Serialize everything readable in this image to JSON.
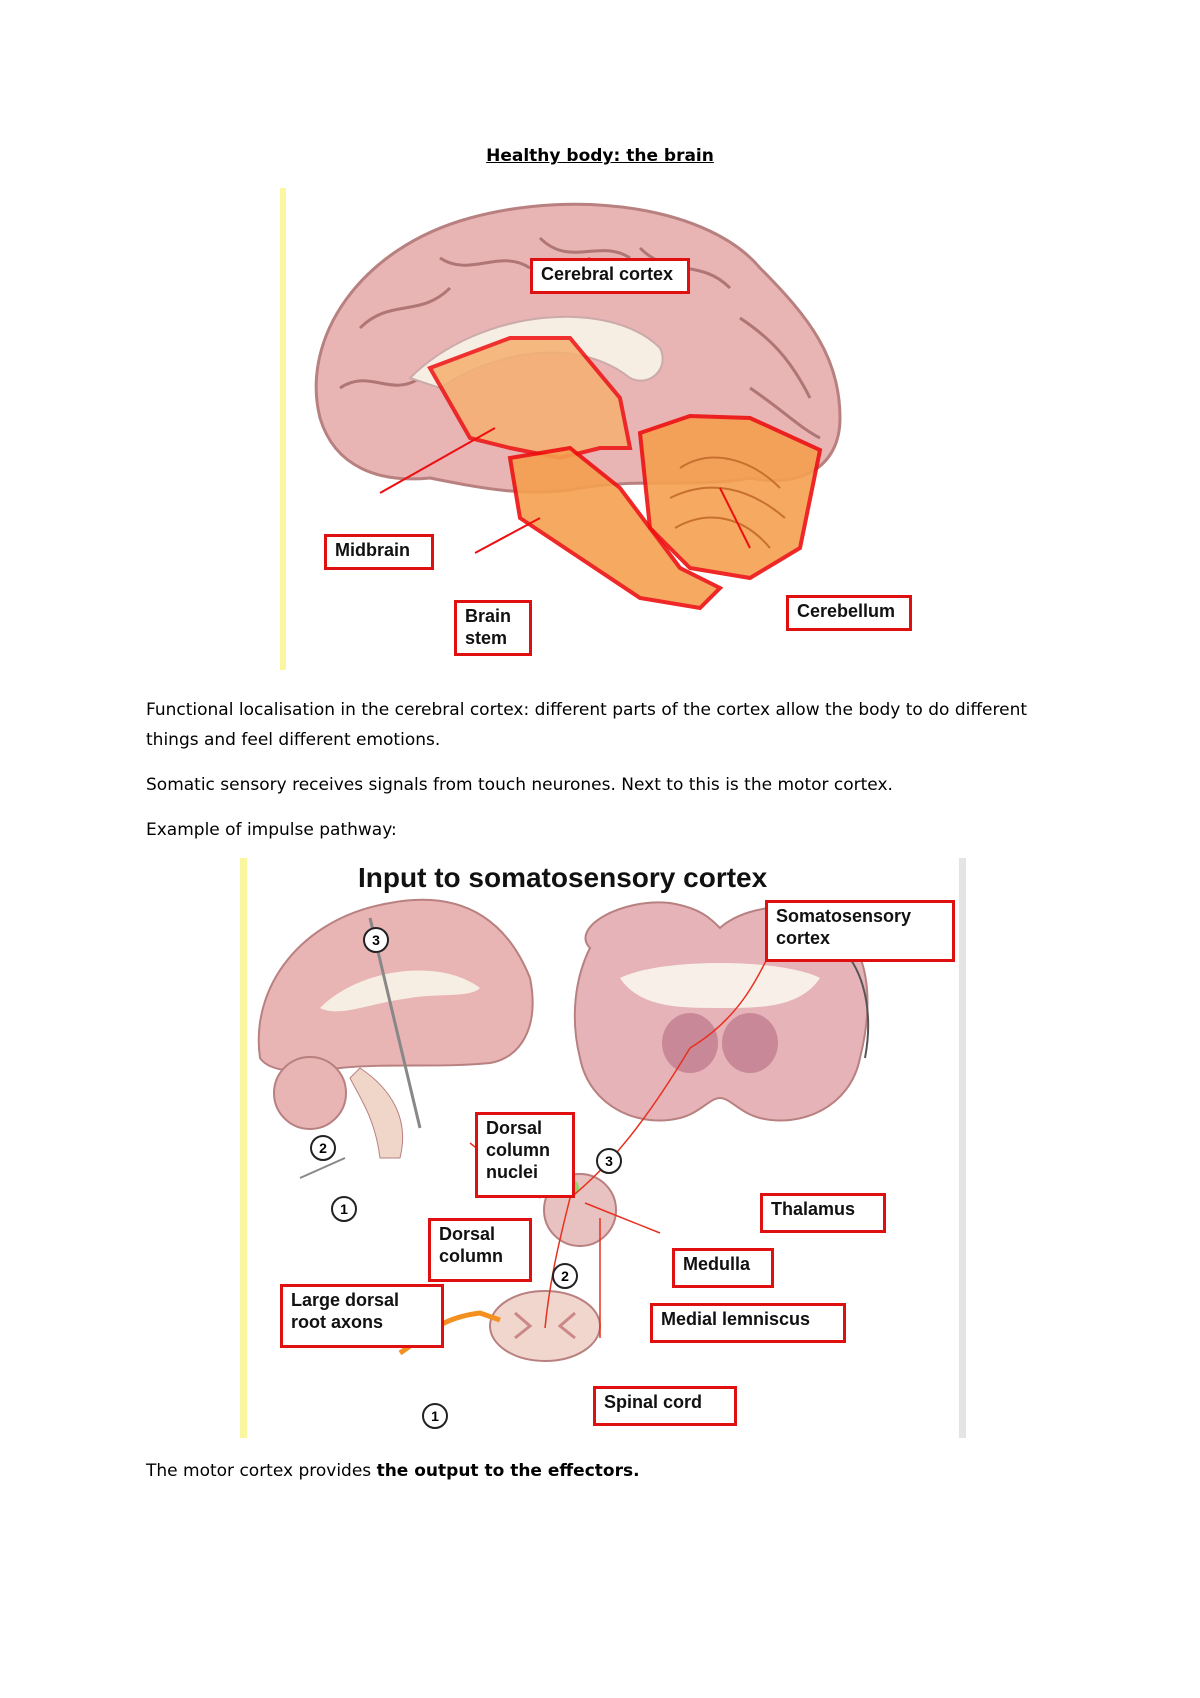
{
  "title": "Healthy body: the brain",
  "figure1": {
    "labels": {
      "cerebral_cortex": "Cerebral cortex",
      "midbrain": "Midbrain",
      "brain_stem_line1": "Brain",
      "brain_stem_line2": "stem",
      "cerebellum": "Cerebellum"
    }
  },
  "paragraphs": {
    "p1": "Functional localisation in the cerebral cortex: different parts of the cortex allow the body to do different things and feel different emotions.",
    "p2": "Somatic sensory receives signals from touch neurones. Next to this is the motor cortex.",
    "p3": "Example of impulse pathway:",
    "p4_prefix": "The motor cortex provides ",
    "p4_bold": "the output to the effectors."
  },
  "figure2": {
    "title": "Input to somatosensory cortex",
    "labels": {
      "somatosensory_line1": "Somatosensory",
      "somatosensory_line2": "cortex",
      "dorsal_nuclei_line1": "Dorsal",
      "dorsal_nuclei_line2": "column",
      "dorsal_nuclei_line3": "nuclei",
      "thalamus": "Thalamus",
      "dorsal_column_line1": "Dorsal",
      "dorsal_column_line2": "column",
      "medulla": "Medulla",
      "large_dorsal_line1": "Large dorsal",
      "large_dorsal_line2": "root axons",
      "medial_lemniscus": "Medial lemniscus",
      "spinal_cord": "Spinal cord"
    },
    "numbers": {
      "n1": "1",
      "n2": "2",
      "n3": "3"
    }
  },
  "colors": {
    "label_border": "#e01010",
    "brain_pink": "#e8b4b4",
    "highlight_orange": "#f5a050"
  }
}
